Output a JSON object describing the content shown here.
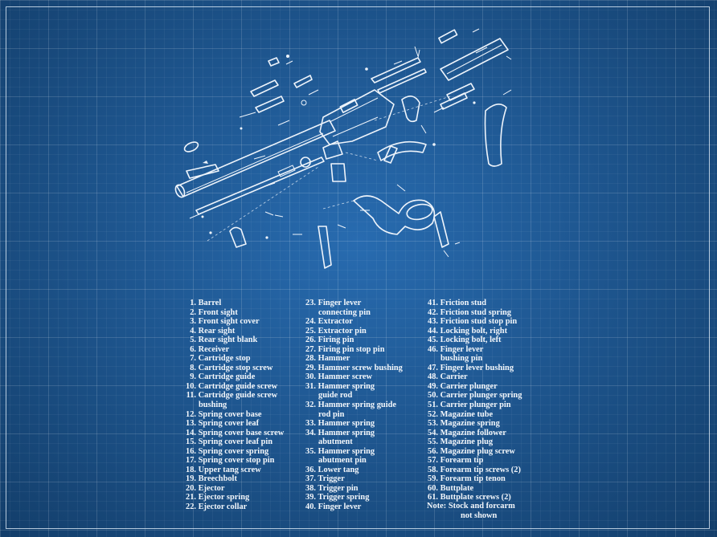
{
  "legend": {
    "col1": [
      {
        "num": "1.",
        "label": "Barrel"
      },
      {
        "num": "2.",
        "label": "Front sight"
      },
      {
        "num": "3.",
        "label": "Front sight cover"
      },
      {
        "num": "4.",
        "label": "Rear sight"
      },
      {
        "num": "5.",
        "label": "Rear sight blank"
      },
      {
        "num": "6.",
        "label": "Receiver"
      },
      {
        "num": "7.",
        "label": "Cartridge stop"
      },
      {
        "num": "8.",
        "label": "Cartridge stop screw"
      },
      {
        "num": "9.",
        "label": "Cartridge guide"
      },
      {
        "num": "10.",
        "label": "Cartridge guide screw"
      },
      {
        "num": "11.",
        "label": "Cartridge guide screw",
        "cont": "bushing"
      },
      {
        "num": "12.",
        "label": "Spring cover base"
      },
      {
        "num": "13.",
        "label": "Spring cover leaf"
      },
      {
        "num": "14.",
        "label": "Spring cover base screw"
      },
      {
        "num": "15.",
        "label": "Spring cover leaf pin"
      },
      {
        "num": "16.",
        "label": "Spring cover spring"
      },
      {
        "num": "17.",
        "label": "Spring cover stop pin"
      },
      {
        "num": "18.",
        "label": "Upper tang screw"
      },
      {
        "num": "19.",
        "label": "Breechbolt"
      },
      {
        "num": "20.",
        "label": "Ejector"
      },
      {
        "num": "21.",
        "label": "Ejector spring"
      },
      {
        "num": "22.",
        "label": "Ejector collar"
      }
    ],
    "col2": [
      {
        "num": "23.",
        "label": "Finger lever",
        "cont": "connecting pin"
      },
      {
        "num": "24.",
        "label": "Extractor"
      },
      {
        "num": "25.",
        "label": "Extractor pin"
      },
      {
        "num": "26.",
        "label": "Firing pin"
      },
      {
        "num": "27.",
        "label": "Firing pin stop pin"
      },
      {
        "num": "28.",
        "label": "Hammer"
      },
      {
        "num": "29.",
        "label": "Hammer screw bushing"
      },
      {
        "num": "30.",
        "label": "Hammer screw"
      },
      {
        "num": "31.",
        "label": "Hammer spring",
        "cont": "guide rod"
      },
      {
        "num": "32.",
        "label": "Hammer spring guide",
        "cont": "rod pin"
      },
      {
        "num": "33.",
        "label": "Hammer spring"
      },
      {
        "num": "34.",
        "label": "Hammer spring",
        "cont": "abutment"
      },
      {
        "num": "35.",
        "label": "Hammer spring",
        "cont": "abutment pin"
      },
      {
        "num": "36.",
        "label": "Lower tang"
      },
      {
        "num": "37.",
        "label": "Trigger"
      },
      {
        "num": "38.",
        "label": "Trigger pin"
      },
      {
        "num": "39.",
        "label": "Trigger spring"
      },
      {
        "num": "40.",
        "label": "Finger lever"
      }
    ],
    "col3": [
      {
        "num": "41.",
        "label": "Friction stud"
      },
      {
        "num": "42.",
        "label": "Friction stud spring"
      },
      {
        "num": "43.",
        "label": "Friction stud stop pin"
      },
      {
        "num": "44.",
        "label": "Locking bolt, right"
      },
      {
        "num": "45.",
        "label": "Locking bolt, left"
      },
      {
        "num": "46.",
        "label": "Finger lever",
        "cont": "bushing pin"
      },
      {
        "num": "47.",
        "label": "Finger lever bushing"
      },
      {
        "num": "48.",
        "label": "Carrier"
      },
      {
        "num": "49.",
        "label": "Carrier plunger"
      },
      {
        "num": "50.",
        "label": "Carrier plunger spring"
      },
      {
        "num": "51.",
        "label": "Carrier plunger pin"
      },
      {
        "num": "52.",
        "label": "Magazine tube"
      },
      {
        "num": "53.",
        "label": "Magazine spring"
      },
      {
        "num": "54.",
        "label": "Magazine follower"
      },
      {
        "num": "55.",
        "label": "Magazine plug"
      },
      {
        "num": "56.",
        "label": "Magazine plug screw"
      },
      {
        "num": "57.",
        "label": "Forearm tip"
      },
      {
        "num": "58.",
        "label": "Forearm tip screws (2)"
      },
      {
        "num": "59.",
        "label": "Forearm tip tenon"
      },
      {
        "num": "60.",
        "label": "Buttplate"
      },
      {
        "num": "61.",
        "label": "Buttplate screws (2)"
      }
    ],
    "note": {
      "label": "Note: Stock and forcarm",
      "cont": "not  shown"
    }
  },
  "colors": {
    "paper": "#1d5fa3",
    "ink": "#eef4fb"
  }
}
